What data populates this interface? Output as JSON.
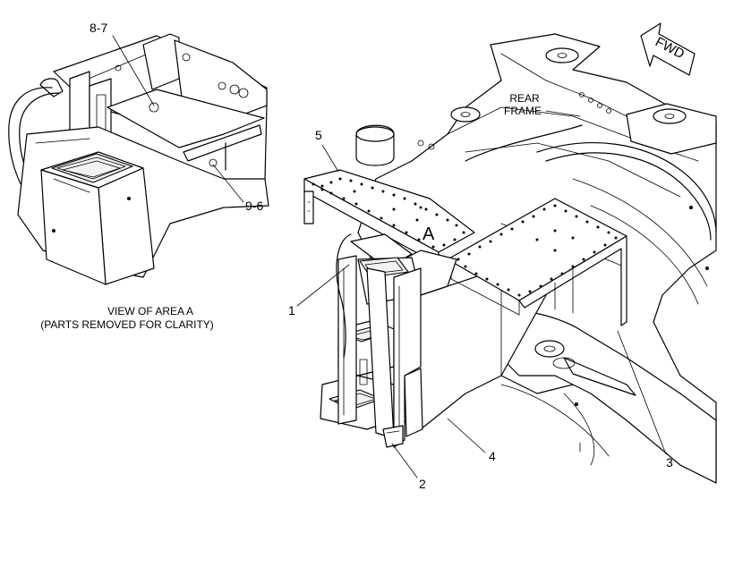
{
  "callouts": {
    "c8_7": "8-7",
    "c9_6": "9-6",
    "c5": "5",
    "c1": "1",
    "c2": "2",
    "c3": "3",
    "c4": "4",
    "area": "A"
  },
  "labels": {
    "view_title": "VIEW OF AREA A",
    "view_subtitle": "(PARTS REMOVED FOR CLARITY)",
    "rear_frame_line1": "REAR",
    "rear_frame_line2": "FRAME",
    "fwd": "FWD"
  }
}
